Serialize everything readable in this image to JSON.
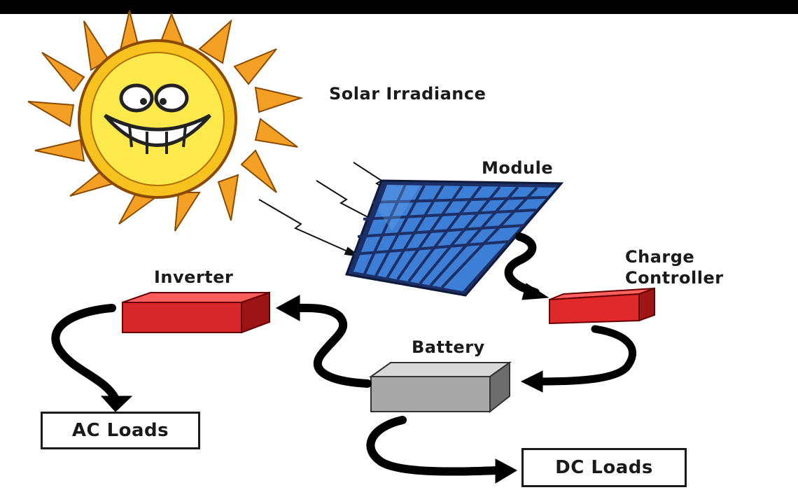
{
  "labels": {
    "solar_irradiance": "Solar Irradiance",
    "module": "Module",
    "charge_controller_line1": "Charge",
    "charge_controller_line2": "Controller",
    "inverter": "Inverter",
    "battery": "Battery",
    "ac_loads": "AC Loads",
    "dc_loads": "DC Loads"
  },
  "colors": {
    "sun_fill": "#f7c21e",
    "sun_rays": "#f3a024",
    "sun_face_fill": "#fde94b",
    "panel_cell": "#3d7fd6",
    "panel_frame": "#1c2f66",
    "inverter_red": "#d8272b",
    "controller_red": "#e0292a",
    "battery_gray": "#a8a8a8",
    "arrow_black": "#000000"
  }
}
